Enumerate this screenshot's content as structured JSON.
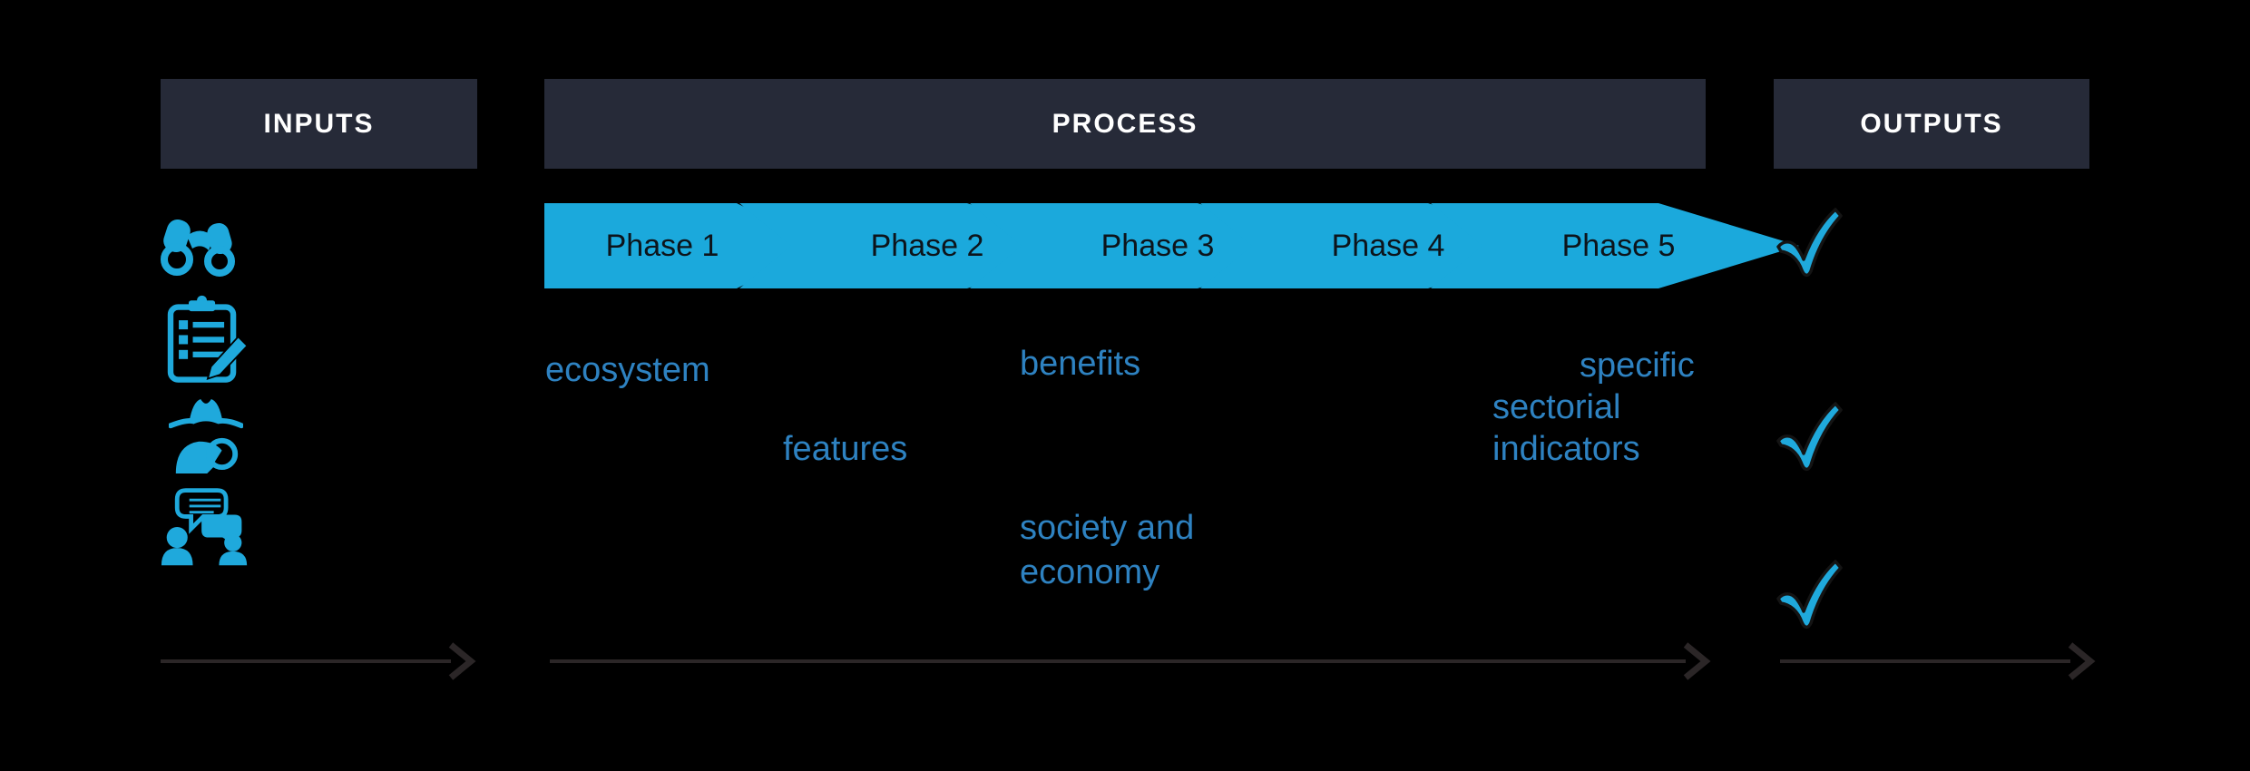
{
  "headers": {
    "inputs": "INPUTS",
    "process": "PROCESS",
    "outputs": "OUTPUTS"
  },
  "inputs": {
    "icons": [
      {
        "name": "binoculars-icon"
      },
      {
        "name": "clipboard-checklist-icon"
      },
      {
        "name": "detective-search-icon"
      },
      {
        "name": "discussion-people-icon"
      }
    ]
  },
  "process": {
    "phases": [
      {
        "label": "Phase 1"
      },
      {
        "label": "Phase 2"
      },
      {
        "label": "Phase 3"
      },
      {
        "label": "Phase 4"
      },
      {
        "label": "Phase 5"
      }
    ],
    "annotations": {
      "ecosystem": {
        "text": "ecosystem"
      },
      "features": {
        "text": "features"
      },
      "benefits": {
        "text": "benefits"
      },
      "society": {
        "lines": [
          "society and",
          "economy"
        ]
      },
      "sectorial": {
        "lines": [
          "specific",
          "sectorial",
          "indicators"
        ]
      }
    }
  },
  "outputs": {
    "checkmarks": [
      {
        "name": "checkmark"
      },
      {
        "name": "checkmark"
      },
      {
        "name": "checkmark"
      }
    ]
  },
  "colors": {
    "background": "#000000",
    "header_bg": "#262A38",
    "header_text": "#FFFFFF",
    "chevron_blue": "#1BA9DC",
    "chevron_text": "#0D141B",
    "label_blue": "#2E82C1",
    "icon_blue": "#1FA9DC",
    "arrow_gray": "#2B2627"
  }
}
